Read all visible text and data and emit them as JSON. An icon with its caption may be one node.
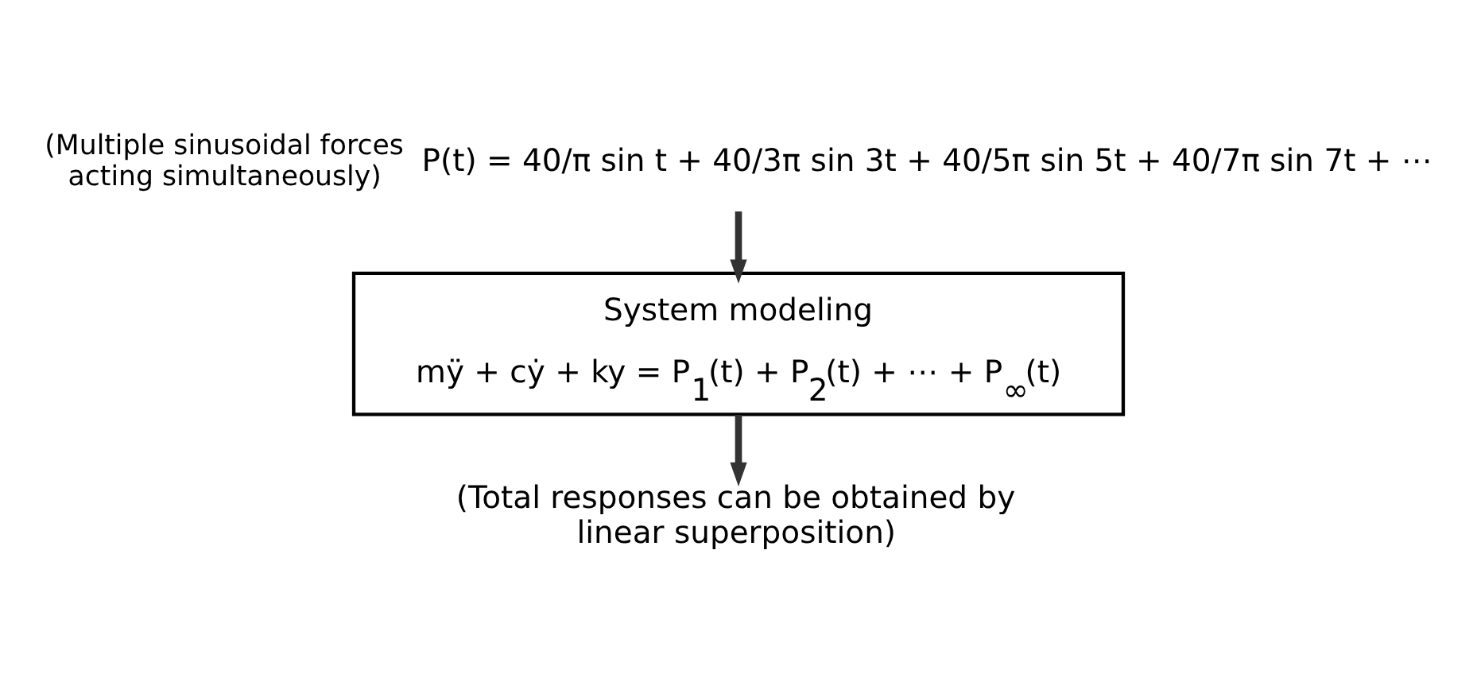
{
  "diagram": {
    "nodes": [
      {
        "text": [
          "P(t) = 40/π sin t + 40/3π sin 3t + 40/5π sin 5t + 40/7π sin 7t + ⋯"
        ],
        "beside": [
          "(Multiple sinusoidal forces acting simultaneously)"
        ]
      },
      {
        "text": [
          "System modeling",
          "mÿ + cẏ + ky = P$_{1}$(t) + P$_{2}$(t) + ⋯ + P$_{∞}$(t)"
        ]
      },
      {
        "text": [
          "(Total responses can be obtained by linear superposition)"
        ]
      }
    ],
    "edges": [
      {
        "from": 0,
        "to": 1,
        "arrow": "to"
      },
      {
        "from": 1,
        "to": 2,
        "arrow": "to"
      }
    ]
  }
}
